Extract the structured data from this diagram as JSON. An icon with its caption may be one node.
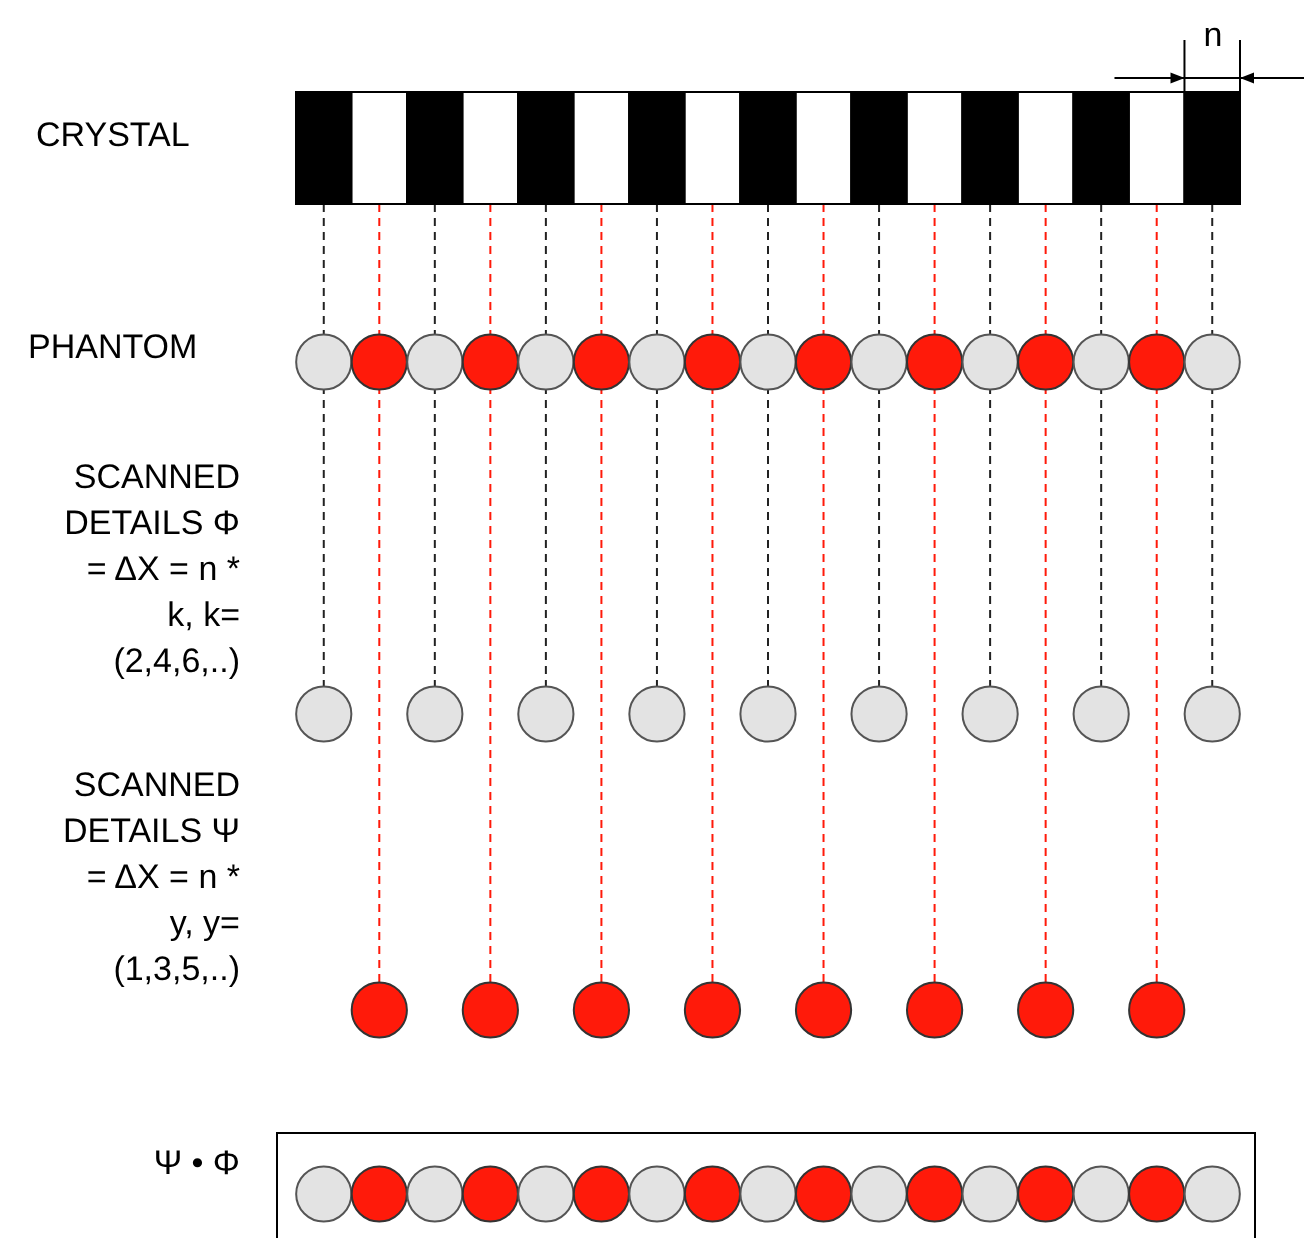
{
  "diagram": {
    "labels": [
      "n",
      "CRYSTAL",
      "PHANTOM",
      "SCANNED DETAILS Φ = ΔX = n * k, k=(2,4,6,..)",
      "SCANNED DETAILS Ψ = ΔX = n * y, y=(1,3,5,..)",
      "Ψ • Φ"
    ]
  }
}
